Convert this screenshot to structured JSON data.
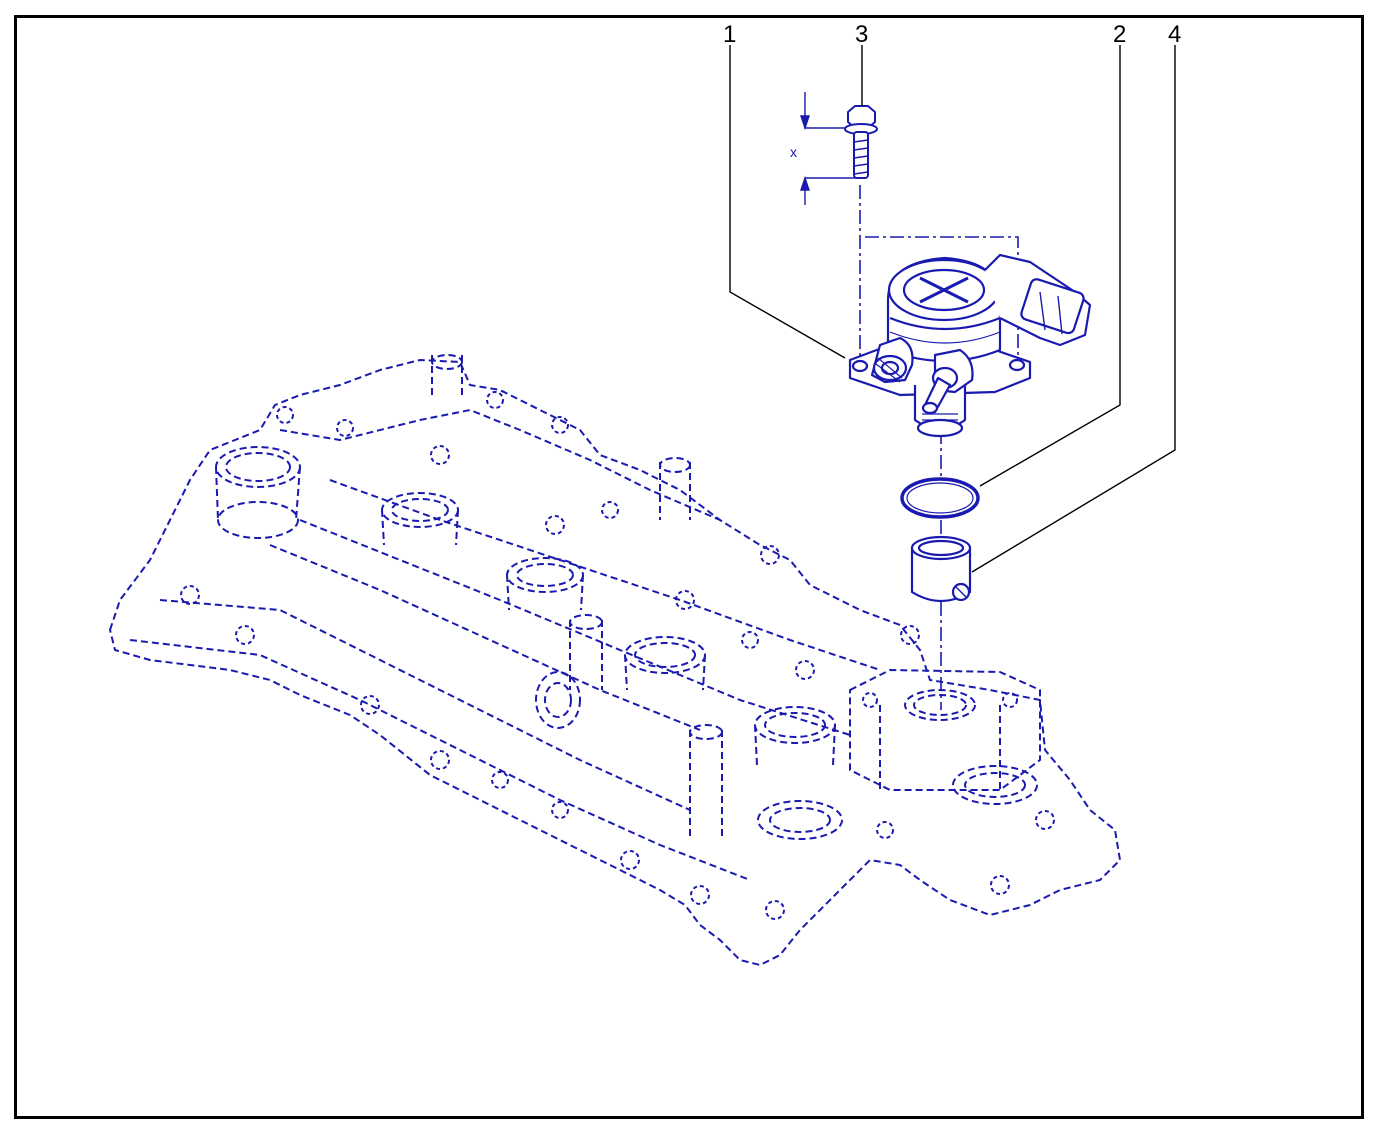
{
  "diagram": {
    "callouts": [
      "1",
      "3",
      "2",
      "4"
    ],
    "dimension_label": "x",
    "line_color": "#1a1ab0",
    "frame_color": "#000000"
  },
  "parts": [
    {
      "callout": "1",
      "icon": "high-pressure-fuel-pump-icon"
    },
    {
      "callout": "2",
      "icon": "o-ring-icon"
    },
    {
      "callout": "3",
      "icon": "bolt-icon"
    },
    {
      "callout": "4",
      "icon": "roller-tappet-icon"
    }
  ],
  "background_part_icon": "camshaft-housing-icon"
}
